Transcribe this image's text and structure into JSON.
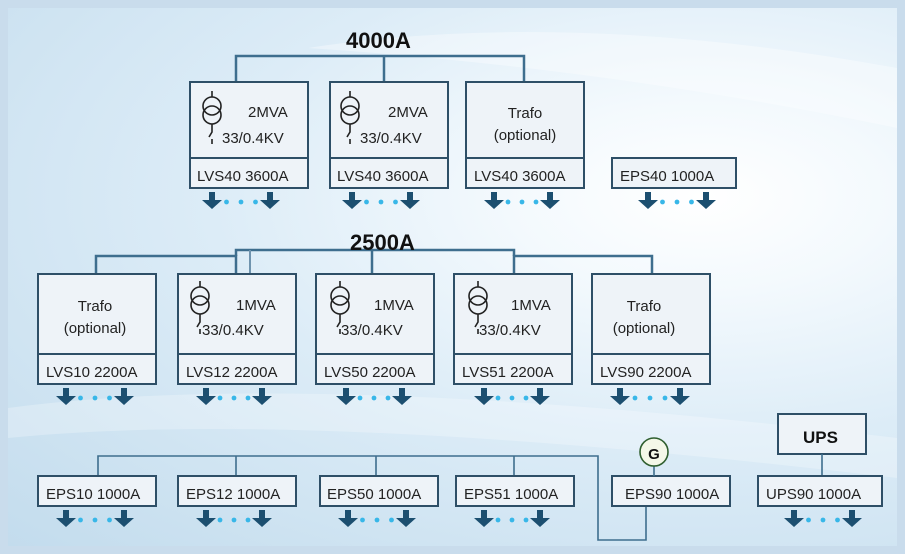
{
  "titles": {
    "top_bus": "4000A",
    "mid_bus": "2500A"
  },
  "row1": [
    {
      "kind": "xfmr",
      "rating": "2MVA",
      "voltage": "33/0.4KV",
      "panel": "LVS40 3600A"
    },
    {
      "kind": "xfmr",
      "rating": "2MVA",
      "voltage": "33/0.4KV",
      "panel": "LVS40 3600A"
    },
    {
      "kind": "trafo",
      "line1": "Trafo",
      "line2": "(optional)",
      "panel": "LVS40 3600A"
    }
  ],
  "row1_eps": {
    "panel": "EPS40 1000A"
  },
  "row2": [
    {
      "kind": "trafo",
      "line1": "Trafo",
      "line2": "(optional)",
      "panel": "LVS10 2200A"
    },
    {
      "kind": "xfmr",
      "rating": "1MVA",
      "voltage": "33/0.4KV",
      "panel": "LVS12 2200A"
    },
    {
      "kind": "xfmr",
      "rating": "1MVA",
      "voltage": "33/0.4KV",
      "panel": "LVS50 2200A"
    },
    {
      "kind": "xfmr",
      "rating": "1MVA",
      "voltage": "33/0.4KV",
      "panel": "LVS51 2200A"
    },
    {
      "kind": "trafo",
      "line1": "Trafo",
      "line2": "(optional)",
      "panel": "LVS90 2200A"
    }
  ],
  "row3": [
    {
      "panel": "EPS10 1000A"
    },
    {
      "panel": "EPS12 1000A"
    },
    {
      "panel": "EPS50 1000A"
    },
    {
      "panel": "EPS51 1000A"
    },
    {
      "panel": "EPS90 1000A"
    }
  ],
  "generator": {
    "label": "G"
  },
  "ups": {
    "label": "UPS",
    "panel": "UPS90 1000A"
  },
  "colors": {
    "line": "#3e6e8e",
    "box_border": "#2e4f67",
    "box_fill": "#eef3f8",
    "arrow": "#1c4f70",
    "dots": "#38b7e8"
  }
}
